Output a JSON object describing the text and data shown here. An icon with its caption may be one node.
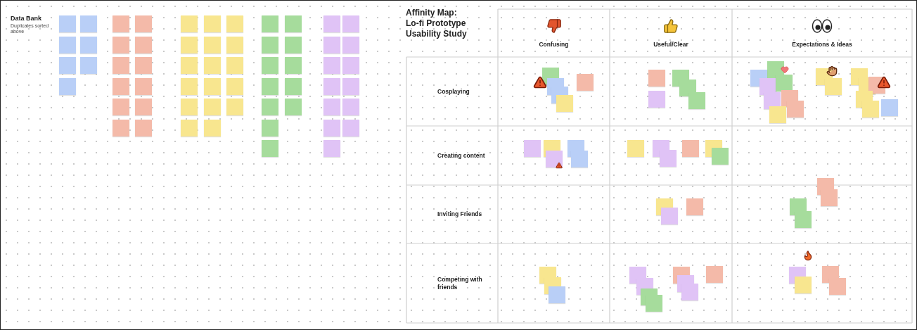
{
  "diagram": {
    "title": "Affinity Map: Lo-fi Prototype Usability Study",
    "nodes": [
      {
        "text": [
          "Confusing"
        ]
      },
      {
        "text": [
          "Useful/Clear"
        ]
      },
      {
        "text": [
          "Expectations & Ideas"
        ]
      },
      {
        "text": [
          "Cosplaying"
        ]
      },
      {
        "text": [
          "Creating content"
        ]
      },
      {
        "text": [
          "Inviting Friends"
        ]
      },
      {
        "text": [
          "Competing with friends"
        ]
      }
    ],
    "labels": [
      "Data Bank",
      "Duplicates sorted above"
    ]
  }
}
